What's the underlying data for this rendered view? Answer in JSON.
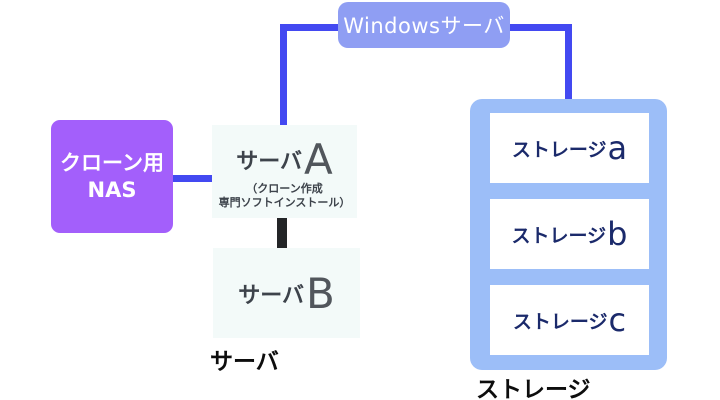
{
  "diagram": {
    "windows_server": {
      "label": "Windowsサーバ"
    },
    "nas": {
      "label_line1": "クローン用",
      "label_line2": "NAS"
    },
    "server_a": {
      "label": "サーバ",
      "letter": "A",
      "note_line1": "（クローン作成",
      "note_line2": "専門ソフトインストール）"
    },
    "server_b": {
      "label": "サーバ",
      "letter": "B"
    },
    "server_group_label": "サーバ",
    "storage": {
      "items": [
        {
          "label": "ストレージ",
          "letter": "a"
        },
        {
          "label": "ストレージ",
          "letter": "b"
        },
        {
          "label": "ストレージ",
          "letter": "c"
        }
      ],
      "group_label": "ストレージ"
    },
    "colors": {
      "connector_blue": "#4349f1",
      "connector_dark": "#232527",
      "windows_box_bg": "#8f9ef3",
      "nas_bg": "#a35ffb",
      "server_box_bg": "#f3faf9",
      "storage_container_bg": "#9cbef8",
      "storage_text": "#1b2a6b"
    }
  }
}
